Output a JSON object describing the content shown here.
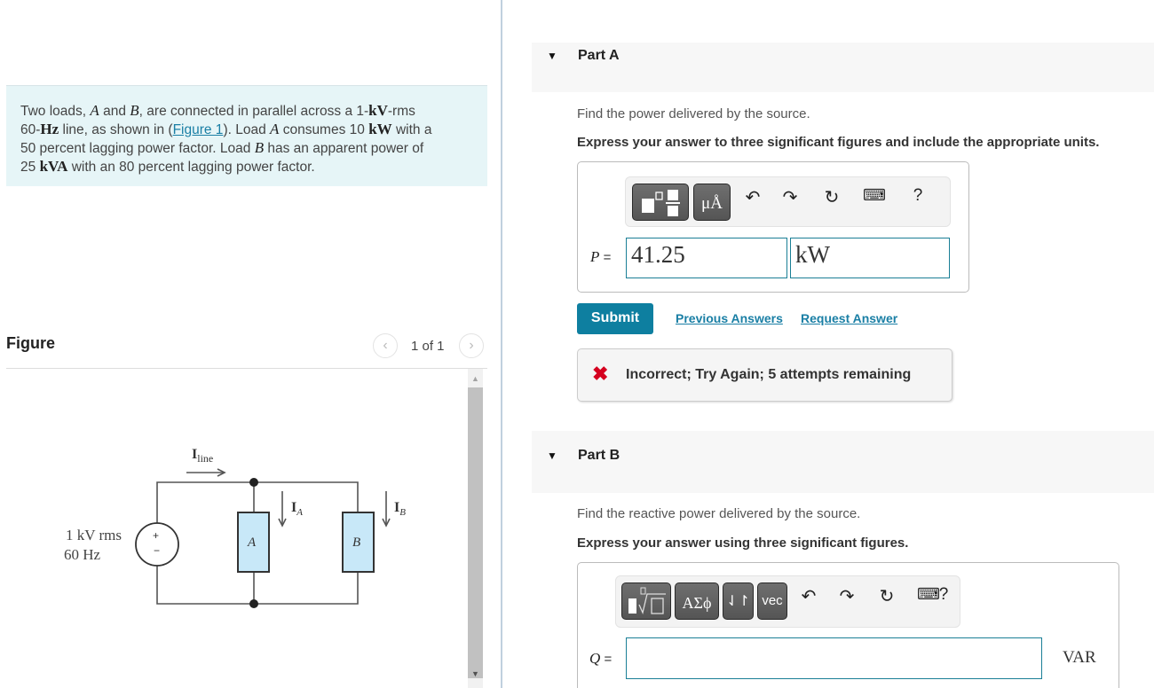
{
  "problem": {
    "t1": "Two loads, ",
    "A": "A",
    "t2": " and ",
    "B": "B",
    "t3": ", are connected in parallel across a 1-",
    "kV": "kV",
    "t4": "-rms",
    "t5": "60-",
    "Hz": "Hz",
    "t6": " line, as shown in (",
    "figure_link": "Figure 1",
    "t7": "). Load ",
    "A2": "A",
    "t8": " consumes 10 ",
    "kW": "kW",
    "t9": " with a",
    "t10": "50 percent lagging power factor. Load ",
    "B2": "B",
    "t11": " has an apparent power of",
    "t12": "25 ",
    "kVA": "kVA",
    "t13": " with an 80 percent lagging power factor."
  },
  "figure": {
    "title": "Figure",
    "pager": "1 of 1",
    "prev_icon": "‹",
    "next_icon": "›",
    "circuit": {
      "source_label_1": "1 kV rms",
      "source_label_2": "60 Hz",
      "plus": "+",
      "minus": "−",
      "i_line": "I",
      "i_line_sub": "line",
      "i_a": "I",
      "i_a_sub": "A",
      "i_b": "I",
      "i_b_sub": "B",
      "load_a": "A",
      "load_b": "B"
    }
  },
  "scrollbar": {
    "up": "▲",
    "down": "▼"
  },
  "partA": {
    "caret": "▼",
    "title": "Part A",
    "question": "Find the power delivered by the source.",
    "instruction": "Express your answer to three significant figures and include the appropriate units.",
    "toolbar": {
      "units_btn": "μÅ",
      "undo": "↶",
      "redo": "↷",
      "reset": "↻",
      "keyboard": "⌨",
      "help": "?"
    },
    "var_label": "P",
    "equals": "=",
    "value": "41.25",
    "unit": "kW",
    "submit": "Submit",
    "previous_answers": "Previous Answers",
    "request_answer": "Request Answer",
    "feedback_icon": "✖",
    "feedback": "Incorrect; Try Again; 5 attempts remaining"
  },
  "partB": {
    "caret": "▼",
    "title": "Part B",
    "question": "Find the reactive power delivered by the source.",
    "instruction": "Express your answer using three significant figures.",
    "toolbar": {
      "greek_btn": "ΑΣϕ",
      "arrows_btn": "⇃↾",
      "vec_btn": "vec",
      "undo": "↶",
      "redo": "↷",
      "reset": "↻",
      "keyboard": "⌨",
      "help": "?"
    },
    "var_label": "Q",
    "equals": "=",
    "value": "",
    "unit": "VAR"
  },
  "colors": {
    "accent": "#0e7fa0",
    "link": "#1a7fa5",
    "error": "#d5001f",
    "problem_bg": "#e6f5f7",
    "load_fill": "#c8e8f8"
  }
}
